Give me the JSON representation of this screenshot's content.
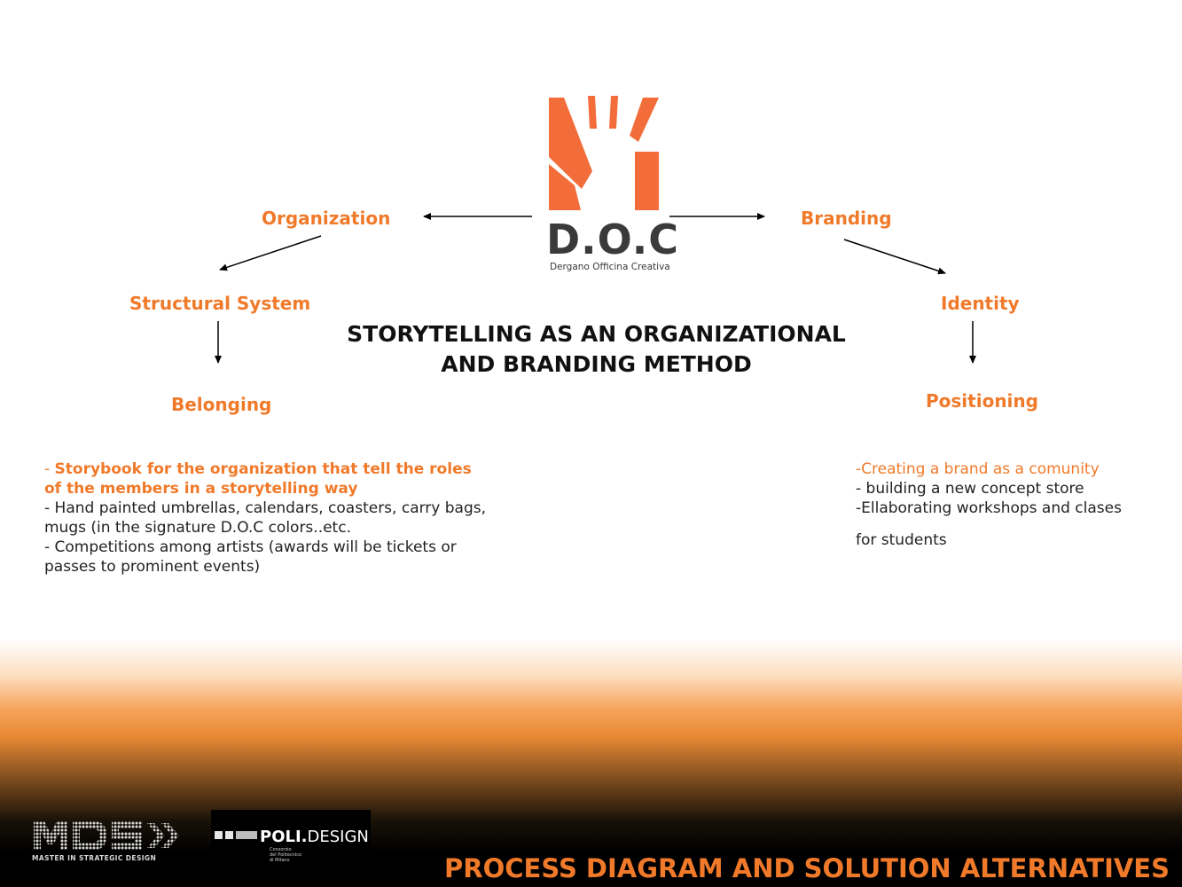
{
  "logo": {
    "name": "D.O.C",
    "tagline": "Dergano Officina Creativa"
  },
  "title": {
    "line1": "STORYTELLING AS AN ORGANIZATIONAL",
    "line2": "AND BRANDING METHOD"
  },
  "nodes": {
    "organization": "Organization",
    "branding": "Branding",
    "structural_system": "Structural System",
    "identity": "Identity",
    "belonging": "Belonging",
    "positioning": "Positioning"
  },
  "left_list": {
    "item1_dash": "- ",
    "item1_text": "Storybook for the organization that tell the roles of the members in a storytelling way",
    "item2": "- Hand painted umbrellas, calendars, coasters, carry bags, mugs (in the signature D.O.C colors..etc.",
    "item3": "- Competitions among artists (awards will be tickets or passes to prominent events)"
  },
  "right_list": {
    "item1": "-Creating a brand as a comunity",
    "item2": "- building a new concept store",
    "item3": "-Ellaborating workshops and clases",
    "item4": "for students"
  },
  "footer": {
    "title": "PROCESS DIAGRAM AND SOLUTION ALTERNATIVES",
    "mds_logo": "MDS",
    "mds_sub": "MASTER IN STRATEGIC DESIGN",
    "poli_bold": "POLI.",
    "poli_rest": "DESIGN",
    "poli_small": "Consorzio\ndel Politecnico\ndi Milano"
  },
  "colors": {
    "accent": "#f07a2a",
    "text": "#111111"
  }
}
